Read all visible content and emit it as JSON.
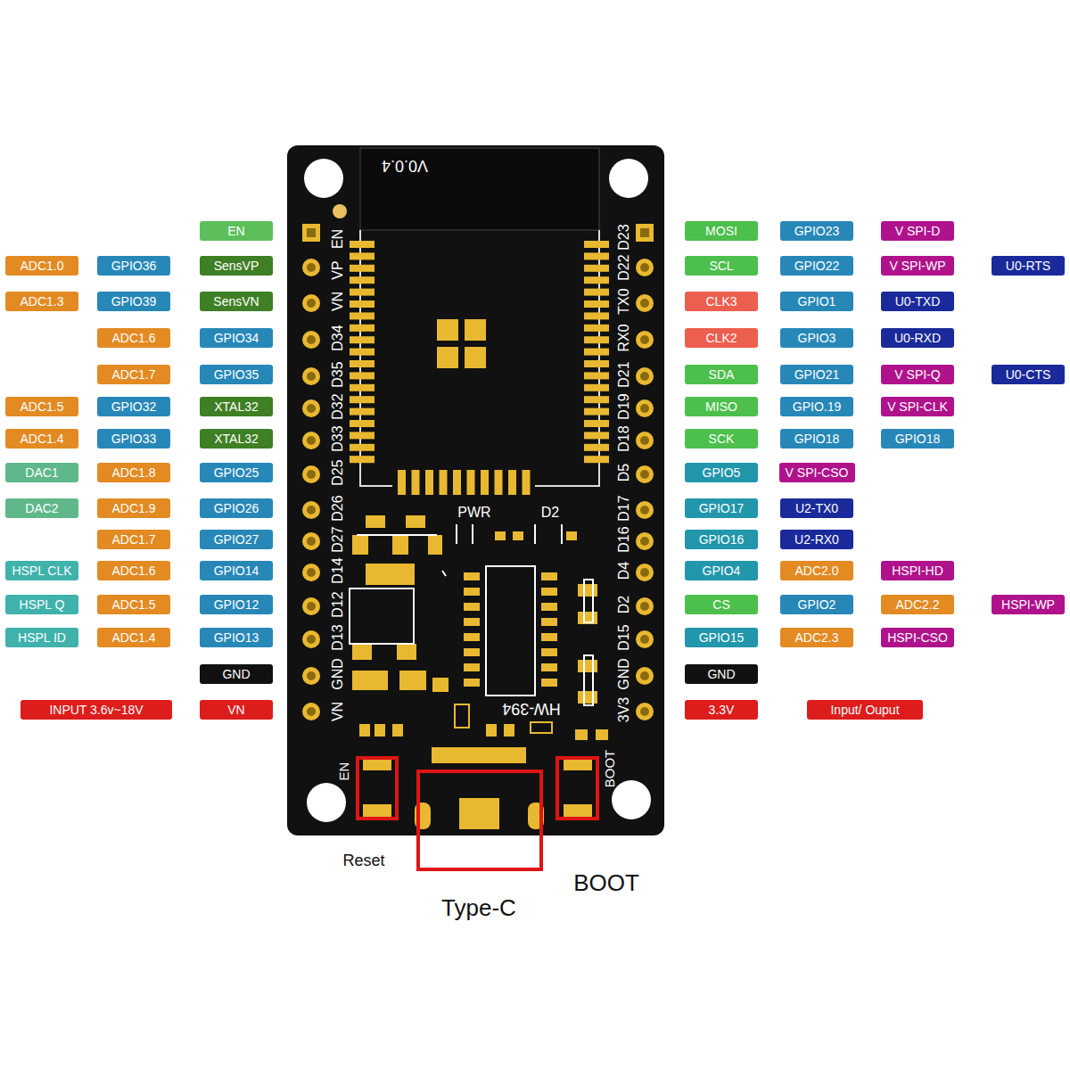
{
  "diagram": {
    "nodes": [
      {
        "text": [
          "EN"
        ]
      },
      {
        "text": [
          "MOSI"
        ]
      },
      {
        "text": [
          "GPIO23"
        ]
      },
      {
        "text": [
          "V SPI-D"
        ]
      },
      {
        "text": [
          "ADC1.0"
        ]
      },
      {
        "text": [
          "GPIO36"
        ]
      },
      {
        "text": [
          "SensVP"
        ]
      },
      {
        "text": [
          "SCL"
        ]
      },
      {
        "text": [
          "GPIO22"
        ]
      },
      {
        "text": [
          "V SPI-WP"
        ]
      },
      {
        "text": [
          "U0-RTS"
        ]
      },
      {
        "text": [
          "ADC1.3"
        ]
      },
      {
        "text": [
          "GPIO39"
        ]
      },
      {
        "text": [
          "SensVN"
        ]
      },
      {
        "text": [
          "CLK3"
        ]
      },
      {
        "text": [
          "GPIO1"
        ]
      },
      {
        "text": [
          "U0-TXD"
        ]
      },
      {
        "text": [
          "ADC1.6"
        ]
      },
      {
        "text": [
          "GPIO34"
        ]
      },
      {
        "text": [
          "CLK2"
        ]
      },
      {
        "text": [
          "GPIO3"
        ]
      },
      {
        "text": [
          "U0-RXD"
        ]
      },
      {
        "text": [
          "ADC1.7"
        ]
      },
      {
        "text": [
          "GPIO35"
        ]
      },
      {
        "text": [
          "SDA"
        ]
      },
      {
        "text": [
          "GPIO21"
        ]
      },
      {
        "text": [
          "V SPI-Q"
        ]
      },
      {
        "text": [
          "U0-CTS"
        ]
      },
      {
        "text": [
          "ADC1.5"
        ]
      },
      {
        "text": [
          "GPIO32"
        ]
      },
      {
        "text": [
          "XTAL32"
        ]
      },
      {
        "text": [
          "MISO"
        ]
      },
      {
        "text": [
          "GPIO.19"
        ]
      },
      {
        "text": [
          "V SPI-CLK"
        ]
      },
      {
        "text": [
          "ADC1.4"
        ]
      },
      {
        "text": [
          "GPIO33"
        ]
      },
      {
        "text": [
          "XTAL32"
        ]
      },
      {
        "text": [
          "SCK"
        ]
      },
      {
        "text": [
          "GPIO18"
        ]
      },
      {
        "text": [
          "GPIO18"
        ]
      },
      {
        "text": [
          "DAC1"
        ]
      },
      {
        "text": [
          "ADC1.8"
        ]
      },
      {
        "text": [
          "GPIO25"
        ]
      },
      {
        "text": [
          "GPIO5"
        ]
      },
      {
        "text": [
          "V SPI-CSO"
        ]
      },
      {
        "text": [
          "DAC2"
        ]
      },
      {
        "text": [
          "ADC1.9"
        ]
      },
      {
        "text": [
          "GPIO26"
        ]
      },
      {
        "text": [
          "GPIO17"
        ]
      },
      {
        "text": [
          "U2-TX0"
        ]
      },
      {
        "text": [
          "ADC1.7"
        ]
      },
      {
        "text": [
          "GPIO27"
        ]
      },
      {
        "text": [
          "GPIO16"
        ]
      },
      {
        "text": [
          "U2-RX0"
        ]
      },
      {
        "text": [
          "HSPL CLK"
        ]
      },
      {
        "text": [
          "ADC1.6"
        ]
      },
      {
        "text": [
          "GPIO14"
        ]
      },
      {
        "text": [
          "GPIO4"
        ]
      },
      {
        "text": [
          "ADC2.0"
        ]
      },
      {
        "text": [
          "HSPI-HD"
        ]
      },
      {
        "text": [
          "HSPL Q"
        ]
      },
      {
        "text": [
          "ADC1.5"
        ]
      },
      {
        "text": [
          "GPIO12"
        ]
      },
      {
        "text": [
          "CS"
        ]
      },
      {
        "text": [
          "GPIO2"
        ]
      },
      {
        "text": [
          "ADC2.2"
        ]
      },
      {
        "text": [
          "HSPI-WP"
        ]
      },
      {
        "text": [
          "HSPL ID"
        ]
      },
      {
        "text": [
          "ADC1.4"
        ]
      },
      {
        "text": [
          "GPIO13"
        ]
      },
      {
        "text": [
          "GPIO15"
        ]
      },
      {
        "text": [
          "ADC2.3"
        ]
      },
      {
        "text": [
          "HSPI-CSO"
        ]
      },
      {
        "text": [
          "GND"
        ]
      },
      {
        "text": [
          "GND"
        ]
      },
      {
        "text": [
          "INPUT 3.6v~18V"
        ]
      },
      {
        "text": [
          "VN"
        ]
      },
      {
        "text": [
          "3.3V"
        ]
      },
      {
        "text": [
          "Input/ Ouput"
        ]
      }
    ],
    "labels": [
      "EN",
      "VP",
      "VN",
      "D34",
      "D35",
      "D32",
      "D33",
      "D25",
      "D26",
      "D27",
      "D14",
      "D12",
      "D13",
      "GND",
      "VN",
      "D23",
      "D22",
      "TX0",
      "RX0",
      "D21",
      "D19",
      "D18",
      "D5",
      "D17",
      "D16",
      "D4",
      "D2",
      "D15",
      "GND",
      "3V3",
      "V0.0.4",
      "PWR",
      "D2",
      "HW-394",
      "EN",
      "BOOT",
      "Reset",
      "Type-C",
      "BOOT"
    ]
  }
}
